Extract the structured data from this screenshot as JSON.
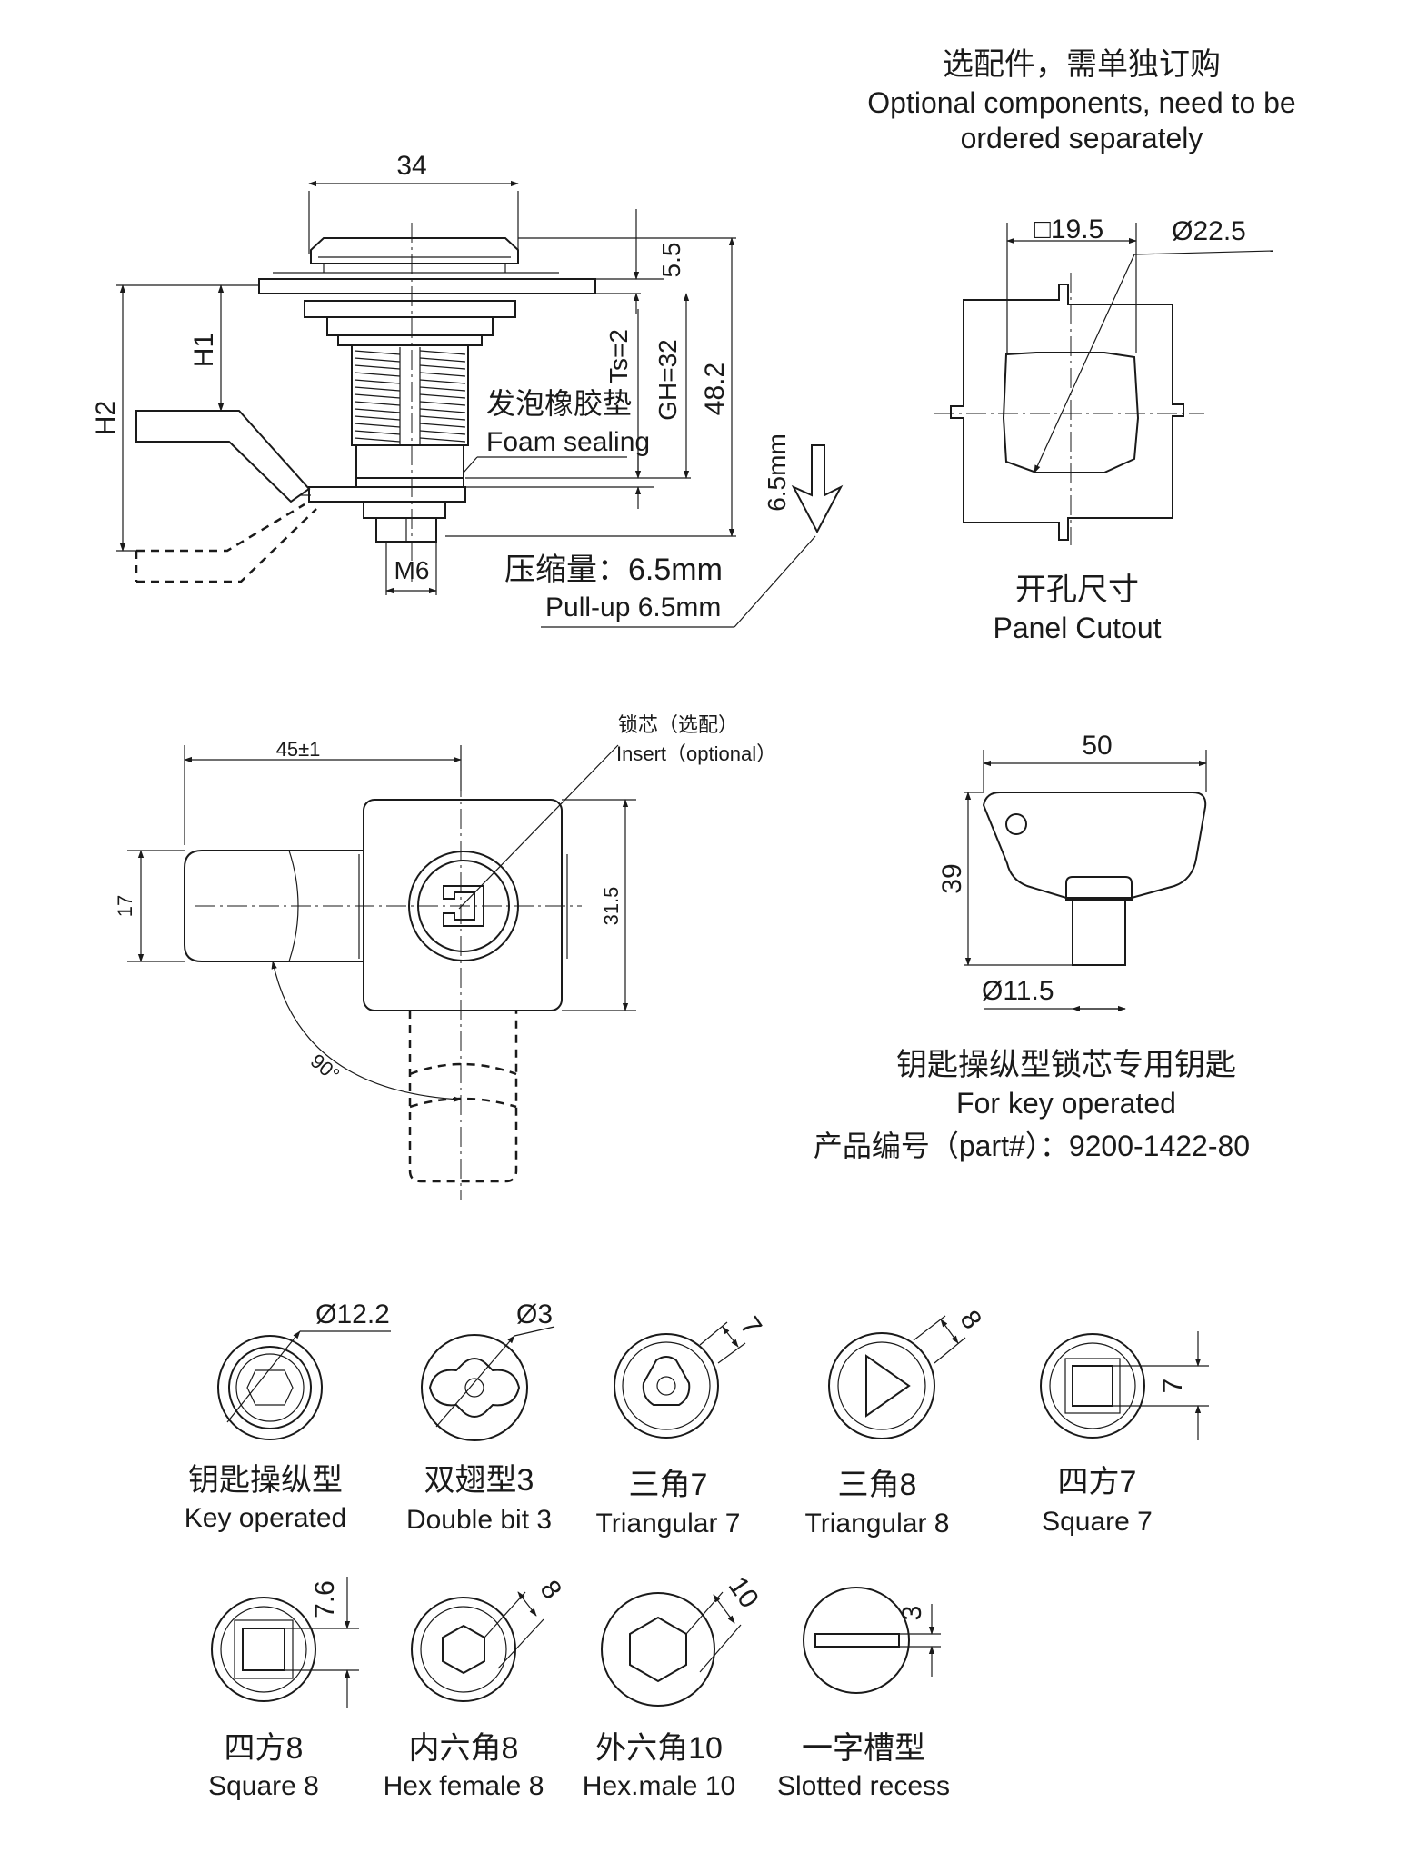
{
  "colors": {
    "line": "#1a1a1a",
    "background": "#ffffff"
  },
  "optional": {
    "title_cn": "选配件，需单独订购",
    "title_en_1": "Optional components, need to be",
    "title_en_2": "ordered separately"
  },
  "side_view": {
    "dim_width": "34",
    "dim_5_5": "5.5",
    "dim_h1": "H1",
    "dim_h2": "H2",
    "dim_ts": "Ts=2",
    "dim_gh": "GH=32",
    "dim_48_2": "48.2",
    "dim_pull": "6.5mm",
    "foam_cn": "发泡橡胶垫",
    "foam_en": "Foam sealing",
    "m6": "M6",
    "pull_cn": "压缩量：6.5mm",
    "pull_en": "Pull-up 6.5mm"
  },
  "cutout": {
    "dim_square": "□19.5",
    "dim_dia": "Ø22.5",
    "label_cn": "开孔尺寸",
    "label_en": "Panel Cutout"
  },
  "front_view": {
    "dim_45": "45±1",
    "dim_17": "17",
    "dim_31_5": "31.5",
    "angle": "90°",
    "insert_cn": "锁芯（选配）",
    "insert_en": "Insert（optional）"
  },
  "key": {
    "dim_50": "50",
    "dim_39": "39",
    "dim_dia": "Ø11.5",
    "label_cn": "钥匙操纵型锁芯专用钥匙",
    "label_en": "For key operated",
    "part_label": "产品编号（part#）：9200-1422-80"
  },
  "inserts": [
    {
      "dim": "Ø12.2",
      "cn": "钥匙操纵型",
      "en": "Key operated",
      "icon": "key-insert-icon"
    },
    {
      "dim": "Ø3",
      "cn": "双翅型3",
      "en": "Double bit 3",
      "icon": "double-bit-icon"
    },
    {
      "dim": "7",
      "cn": "三角7",
      "en": "Triangular 7",
      "icon": "triangular-7-icon"
    },
    {
      "dim": "8",
      "cn": "三角8",
      "en": "Triangular 8",
      "icon": "triangular-8-icon"
    },
    {
      "dim": "7",
      "cn": "四方7",
      "en": "Square 7",
      "icon": "square-7-icon"
    },
    {
      "dim": "7.6",
      "cn": "四方8",
      "en": "Square 8",
      "icon": "square-8-icon"
    },
    {
      "dim": "8",
      "cn": "内六角8",
      "en": "Hex female 8",
      "icon": "hex-female-icon"
    },
    {
      "dim": "10",
      "cn": "外六角10",
      "en": "Hex.male 10",
      "icon": "hex-male-icon"
    },
    {
      "dim": "3",
      "cn": "一字槽型",
      "en": "Slotted recess",
      "icon": "slotted-recess-icon"
    }
  ]
}
